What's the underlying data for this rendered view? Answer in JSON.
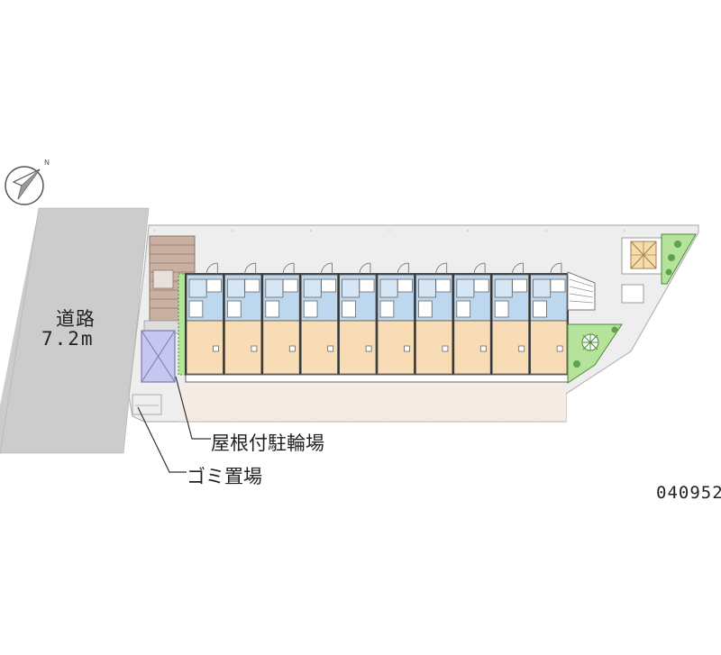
{
  "road": {
    "name": "道路",
    "width": "7.2m"
  },
  "labels": {
    "bicycle_parking": "屋根付駐輪場",
    "garbage_area": "ゴミ置場"
  },
  "map_id": "040952",
  "compass": {
    "north_marker": "N"
  },
  "building": {
    "unit_count": 10
  },
  "colors": {
    "road": "#cccccc",
    "site_ground": "#eeeeee",
    "unit_upper": "#bcd7ee",
    "unit_lower": "#f8dcb6",
    "greenery": "#b6e39c",
    "bike_shelter": "#c9b1a2",
    "garbage_area": "#c6c6f0",
    "driveway": "#f4ece4"
  }
}
